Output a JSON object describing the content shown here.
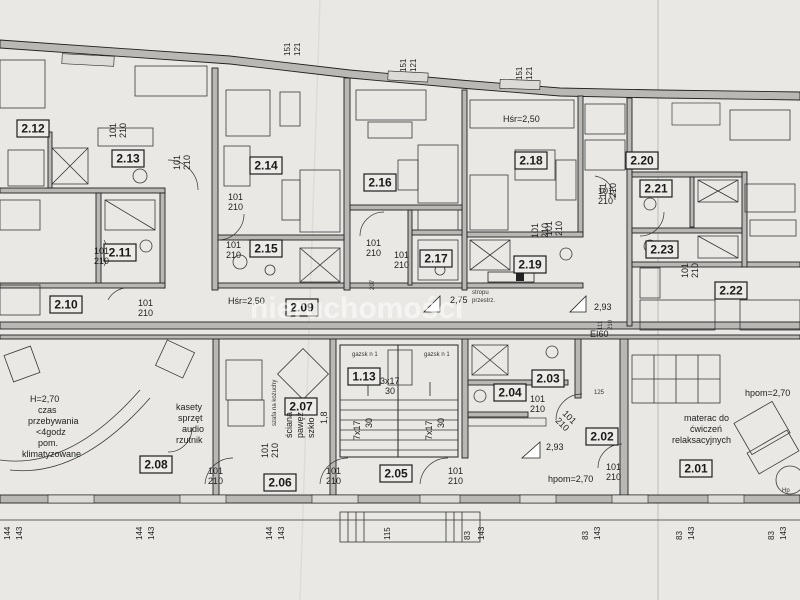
{
  "colors": {
    "paper": "#e9e8e4",
    "wall_fill": "#b9b8b4",
    "line": "#222222"
  },
  "rooms": [
    {
      "id": "2.12",
      "label": "2.12"
    },
    {
      "id": "2.13",
      "label": "2.13"
    },
    {
      "id": "2.11",
      "label": "2.11"
    },
    {
      "id": "2.10",
      "label": "2.10"
    },
    {
      "id": "2.14",
      "label": "2.14"
    },
    {
      "id": "2.15",
      "label": "2.15"
    },
    {
      "id": "2.09",
      "label": "2.09"
    },
    {
      "id": "2.16",
      "label": "2.16"
    },
    {
      "id": "2.17",
      "label": "2.17"
    },
    {
      "id": "2.18",
      "label": "2.18"
    },
    {
      "id": "2.19",
      "label": "2.19"
    },
    {
      "id": "2.20",
      "label": "2.20"
    },
    {
      "id": "2.21",
      "label": "2.21"
    },
    {
      "id": "2.23",
      "label": "2.23"
    },
    {
      "id": "2.22",
      "label": "2.22"
    },
    {
      "id": "1.13",
      "label": "1.13"
    },
    {
      "id": "2.07",
      "label": "2.07"
    },
    {
      "id": "2.08",
      "label": "2.08"
    },
    {
      "id": "2.06",
      "label": "2.06"
    },
    {
      "id": "2.05",
      "label": "2.05"
    },
    {
      "id": "2.04",
      "label": "2.04"
    },
    {
      "id": "2.03",
      "label": "2.03"
    },
    {
      "id": "2.02",
      "label": "2.02"
    },
    {
      "id": "2.01",
      "label": "2.01"
    }
  ],
  "door_labels": [
    {
      "top": "101",
      "bottom": "210"
    },
    {
      "top": "101",
      "bottom": "210"
    },
    {
      "top": "101",
      "bottom": "210"
    },
    {
      "top": "101",
      "bottom": "210"
    },
    {
      "top": "101",
      "bottom": "210"
    },
    {
      "top": "101",
      "bottom": "210"
    },
    {
      "top": "101",
      "bottom": "210"
    },
    {
      "top": "101",
      "bottom": "210"
    },
    {
      "top": "101",
      "bottom": "210"
    },
    {
      "top": "101",
      "bottom": "210"
    },
    {
      "top": "101",
      "bottom": "210"
    },
    {
      "top": "101",
      "bottom": "210"
    },
    {
      "top": "101",
      "bottom": "210"
    },
    {
      "top": "101",
      "bottom": "210"
    },
    {
      "top": "101",
      "bottom": "210"
    },
    {
      "top": "101",
      "bottom": "210"
    },
    {
      "top": "101",
      "bottom": "210"
    },
    {
      "top": "101",
      "bottom": "210"
    },
    {
      "top": "101",
      "bottom": "210"
    },
    {
      "top": "101",
      "bottom": "210"
    }
  ],
  "top_window_dims": [
    {
      "top": "151",
      "bottom": "121"
    },
    {
      "top": "151",
      "bottom": "121"
    },
    {
      "top": "151",
      "bottom": "121"
    }
  ],
  "bottom_dims": [
    "144",
    "143",
    "144",
    "143",
    "144",
    "143",
    "115",
    "83",
    "143",
    "83",
    "143",
    "83",
    "143",
    "83",
    "143"
  ],
  "levels": {
    "l1": "2,75",
    "l2": "2,93",
    "l3": "2,93"
  },
  "notes": {
    "hsr_top": "Hśr=2,50",
    "hsr_mid": "Hśr=2,50",
    "hpom_right": "hpom=2,70",
    "hpom_mid": "hpom=2,70",
    "ei60": "EI60",
    "w125": "125",
    "stairs_a": "3x17",
    "stairs_a2": "30",
    "stairs_b": "7x17",
    "stairs_b2": "30",
    "stairs_c": "7x17",
    "stairs_c2": "30",
    "h270": "H=2,70",
    "time1": "czas",
    "time2": "przebywania",
    "time3": "<4godz",
    "time4": "pom.",
    "time5": "klimatyzowane",
    "kasety1": "kasety",
    "kasety2": "sprzęt",
    "kasety3": "audio",
    "kasety4": "rzutnik",
    "materac1": "materac do",
    "materac2": "ćwiczeń",
    "materac3": "relaksacyjnych",
    "side1": "szafa na kożuchy",
    "side2": "ściana",
    "side3": "pawęż",
    "side4": "szkło",
    "side5": "1,8",
    "small1": "gazsk n 1",
    "small2": "gazsk n 1",
    "ei_note1": "stropu",
    "ei_note2": "przestrz.",
    "watermark": "nieruchomości",
    "wall_207": "207",
    "wall_111": "111",
    "wall_210": "210",
    "hp_right": "Hp"
  }
}
